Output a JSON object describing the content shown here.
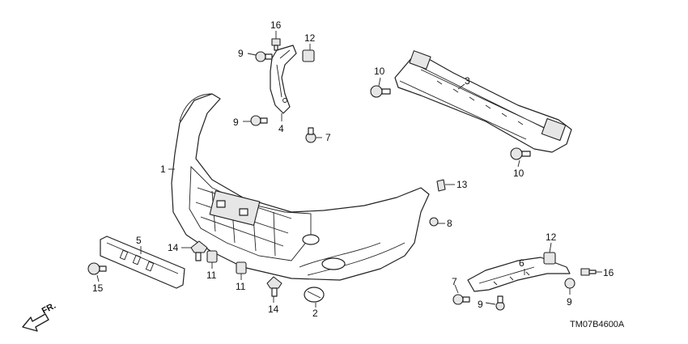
{
  "callouts": [
    {
      "id": "c16a",
      "text": "16"
    },
    {
      "id": "c12a",
      "text": "12"
    },
    {
      "id": "c9a",
      "text": "9"
    },
    {
      "id": "c9b",
      "text": "9"
    },
    {
      "id": "c4",
      "text": "4"
    },
    {
      "id": "c7a",
      "text": "7"
    },
    {
      "id": "c10a",
      "text": "10"
    },
    {
      "id": "c3",
      "text": "3"
    },
    {
      "id": "c10b",
      "text": "10"
    },
    {
      "id": "c1",
      "text": "1"
    },
    {
      "id": "c13",
      "text": "13"
    },
    {
      "id": "c8",
      "text": "8"
    },
    {
      "id": "c5",
      "text": "5"
    },
    {
      "id": "c14a",
      "text": "14"
    },
    {
      "id": "c11a",
      "text": "11"
    },
    {
      "id": "c11b",
      "text": "11"
    },
    {
      "id": "c15",
      "text": "15"
    },
    {
      "id": "c14b",
      "text": "14"
    },
    {
      "id": "c2",
      "text": "2"
    },
    {
      "id": "c12b",
      "text": "12"
    },
    {
      "id": "c6",
      "text": "6"
    },
    {
      "id": "c16b",
      "text": "16"
    },
    {
      "id": "c9c",
      "text": "9"
    },
    {
      "id": "c7b",
      "text": "7"
    },
    {
      "id": "c9d",
      "text": "9"
    }
  ],
  "direction_label": "FR.",
  "diagram_code": "TM07B4600A"
}
